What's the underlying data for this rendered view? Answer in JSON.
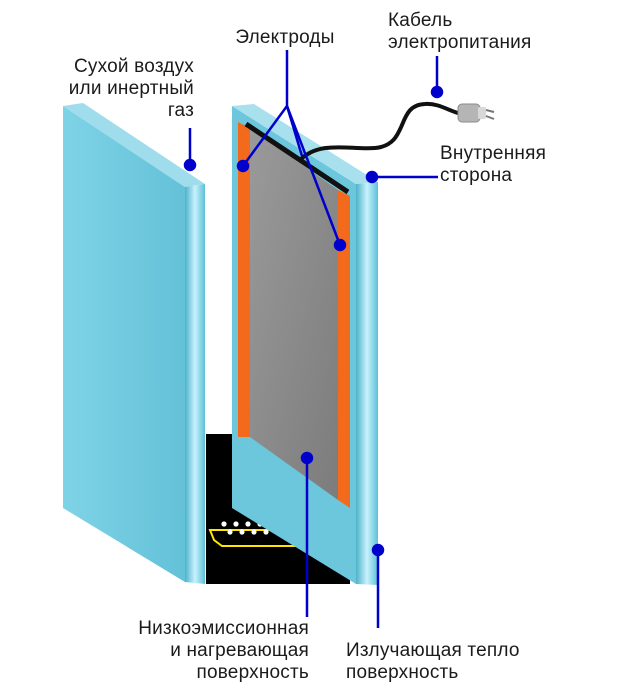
{
  "colors": {
    "glass_face": "#66c4db",
    "glass_edge": "#4fb4cc",
    "glass_light": "#bfeefa",
    "electrode": "#f36a1c",
    "coating": "#8a8a8a",
    "spacer": "#000000",
    "pointer": "#0000cc",
    "cable": "#111111"
  },
  "labels": {
    "dry_air": [
      "Сухой воздух",
      "или инертный",
      "газ"
    ],
    "electrodes": [
      "Электроды"
    ],
    "power_cable": [
      "Кабель",
      "электропитания"
    ],
    "inner_side": [
      "Внутренняя",
      "сторона"
    ],
    "low_e": [
      "Низкоэмиссионная",
      "и нагревающая",
      "поверхность"
    ],
    "radiating": [
      "Излучающая тепло",
      "поверхность"
    ]
  }
}
